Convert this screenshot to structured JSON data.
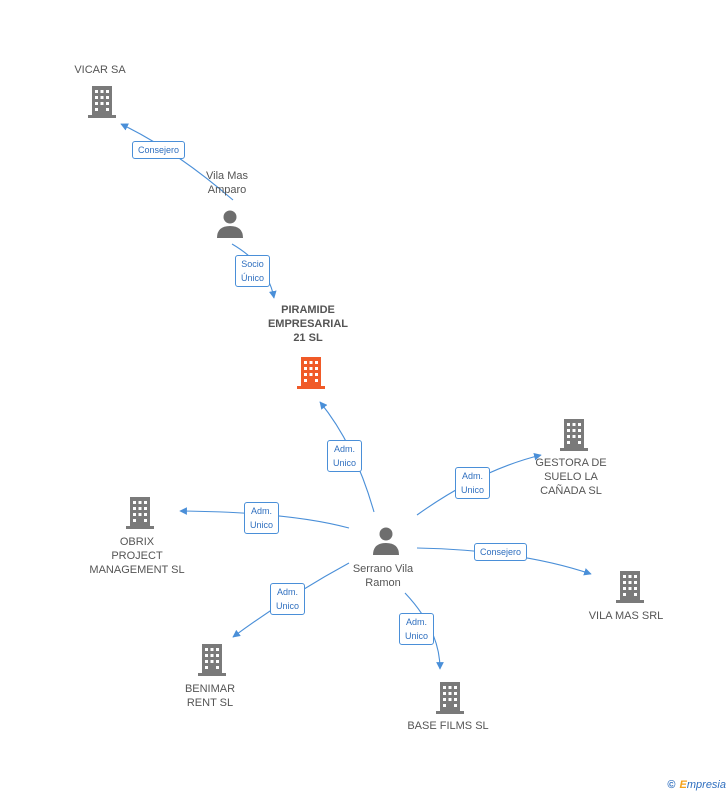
{
  "colors": {
    "edge": "#4a8fd8",
    "building": "#7a7a7a",
    "focus": "#f05a28",
    "person": "#6e6e6e"
  },
  "nodes": {
    "vicar_sa": {
      "label": "VICAR SA",
      "icon": "building-icon"
    },
    "vila_mas_amparo": {
      "label": "Vila Mas\nAmparo",
      "icon": "person-icon"
    },
    "piramide": {
      "label": "PIRAMIDE\nEMPRESARIAL\n21 SL",
      "icon": "building-icon"
    },
    "serrano": {
      "label": "Serrano Vila\nRamon",
      "icon": "person-icon"
    },
    "gestora": {
      "label": "GESTORA DE\nSUELO LA\nCAÑADA SL",
      "icon": "building-icon"
    },
    "obrix": {
      "label": "OBRIX\nPROJECT\nMANAGEMENT SL",
      "icon": "building-icon"
    },
    "vila_mas_srl": {
      "label": "VILA MAS SRL",
      "icon": "building-icon"
    },
    "benimar": {
      "label": "BENIMAR\nRENT  SL",
      "icon": "building-icon"
    },
    "base_films": {
      "label": "BASE FILMS SL",
      "icon": "building-icon"
    }
  },
  "edges": {
    "e1": "Consejero",
    "e2": "Socio\nÚnico",
    "e3": "Adm.\nUnico",
    "e4": "Adm.\nUnico",
    "e5": "Adm.\nUnico",
    "e6": "Consejero",
    "e7": "Adm.\nUnico",
    "e8": "Adm.\nUnico"
  },
  "watermark": {
    "symbol": "©",
    "brand_initial": "E",
    "brand_rest": "mpresia"
  }
}
